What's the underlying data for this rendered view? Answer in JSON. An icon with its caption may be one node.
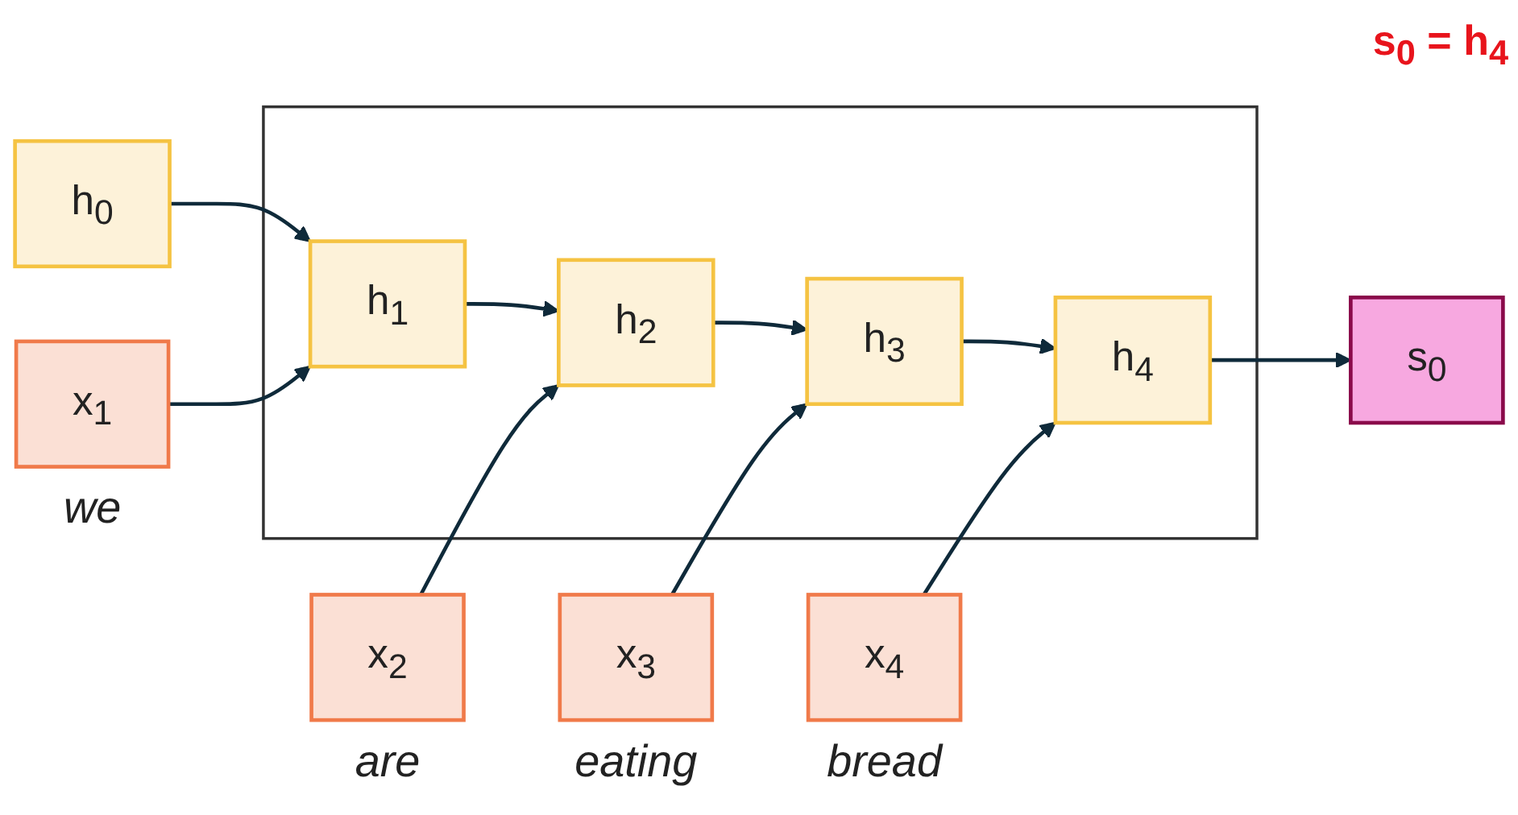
{
  "diagram": {
    "title": "**s$_{0}$ = h$_{4}$**",
    "nodes": [
      {
        "text": [
          "h$_{0}$"
        ]
      },
      {
        "text": [],
        "shape": "box"
      },
      {
        "text": [
          "h$_{1}$"
        ],
        "in": 1
      },
      {
        "text": [
          "h$_{2}$"
        ],
        "in": 1
      },
      {
        "text": [
          "h$_{3}$"
        ],
        "in": 1
      },
      {
        "text": [
          "h$_{4}$"
        ],
        "in": 1
      },
      {
        "text": [
          "s$_{0}$"
        ]
      },
      {
        "text": [
          "x$_{1}$"
        ],
        "beside": [
          "we"
        ]
      },
      {
        "text": [
          "x$_{2}$"
        ],
        "beside": [
          "are"
        ]
      },
      {
        "text": [
          "x$_{3}$"
        ],
        "beside": [
          "eating"
        ]
      },
      {
        "text": [
          "x$_{4}$"
        ],
        "beside": [
          "bread"
        ]
      }
    ],
    "edges": [
      {
        "from": 0,
        "to": 2,
        "arrow": "to"
      },
      {
        "from": 2,
        "to": 3,
        "arrow": "to"
      },
      {
        "from": 3,
        "to": 4,
        "arrow": "to"
      },
      {
        "from": 4,
        "to": 5,
        "arrow": "to"
      },
      {
        "from": 5,
        "to": 6,
        "arrow": "to"
      },
      {
        "from": 7,
        "to": 2,
        "arrow": "to"
      },
      {
        "from": 8,
        "to": 3,
        "arrow": "to"
      },
      {
        "from": 9,
        "to": 4,
        "arrow": "to"
      },
      {
        "from": 10,
        "to": 5,
        "arrow": "to"
      }
    ]
  }
}
